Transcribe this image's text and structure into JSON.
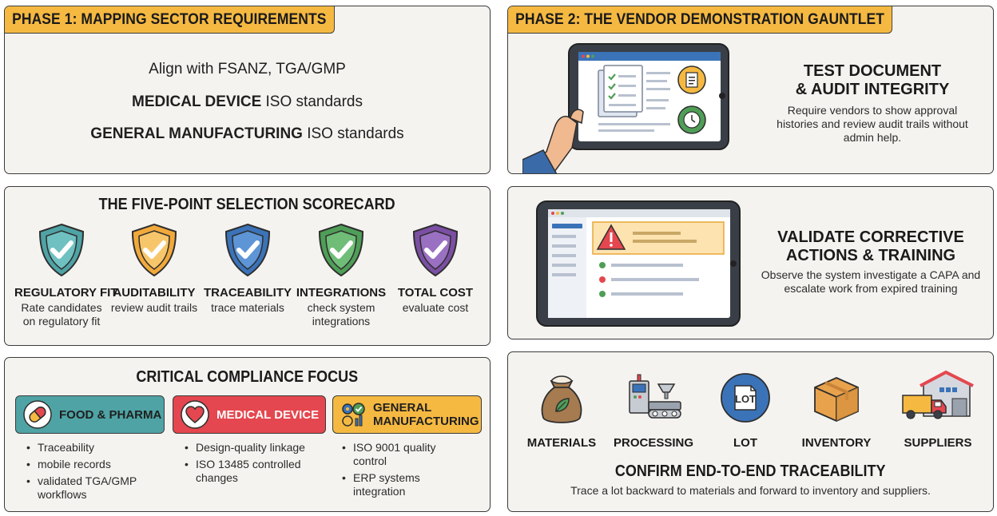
{
  "phase1": {
    "label": "PHASE 1: MAPPING SECTOR REQUIREMENTS",
    "lines": [
      {
        "bold": "",
        "text": "Align with FSANZ, TGA/GMP"
      },
      {
        "bold": "MEDICAL DEVICE",
        "text": " ISO standards"
      },
      {
        "bold": "GENERAL MANUFACTURING",
        "text": " ISO standards"
      }
    ]
  },
  "scorecard": {
    "title": "THE FIVE-POINT SELECTION SCORECARD",
    "items": [
      {
        "name": "REGULATORY FIT",
        "desc": "Rate candidates on regulatory fit",
        "color": "#4fa3a5",
        "icon": "shield-check-icon"
      },
      {
        "name": "AUDITABILITY",
        "desc": "review audit trails",
        "color": "#f2a93b",
        "icon": "shield-check-icon"
      },
      {
        "name": "TRACEABILITY",
        "desc": "trace materials",
        "color": "#3b73b9",
        "icon": "shield-check-icon"
      },
      {
        "name": "INTEGRATIONS",
        "desc": "check system integrations",
        "color": "#4f9e57",
        "icon": "shield-check-icon"
      },
      {
        "name": "TOTAL COST",
        "desc": "evaluate cost",
        "color": "#7b4fa3",
        "icon": "shield-check-icon"
      }
    ]
  },
  "compliance": {
    "title": "CRITICAL COMPLIANCE FOCUS",
    "sectors": [
      {
        "name": "FOOD & PHARMA",
        "color": "#4fa3a5",
        "icon": "pill-icon",
        "bullets": [
          "Traceability",
          "mobile records",
          "validated TGA/GMP workflows"
        ]
      },
      {
        "name": "MEDICAL DEVICE",
        "color": "#e4474f",
        "icon": "heart-icon",
        "bullets": [
          "Design-quality linkage",
          "ISO 13485 controlled changes"
        ]
      },
      {
        "name": "GENERAL MANUFACTURING",
        "color": "#f5b942",
        "icon": "gears-check-icon",
        "bullets": [
          "ISO 9001 quality control",
          "ERP systems integration"
        ]
      }
    ]
  },
  "phase2": {
    "label": "PHASE 2: THE VENDOR DEMONSTRATION GAUNTLET",
    "audit": {
      "title_line1": "TEST DOCUMENT",
      "title_line2": "& AUDIT INTEGRITY",
      "desc": "Require vendors to show approval histories and review audit trails without admin help."
    }
  },
  "capa": {
    "title_line1": "VALIDATE CORRECTIVE",
    "title_line2": "ACTIONS & TRAINING",
    "desc": "Observe the system investigate a CAPA and escalate work from expired training"
  },
  "traceability": {
    "steps": [
      {
        "label": "MATERIALS",
        "icon": "sack-icon"
      },
      {
        "label": "PROCESSING",
        "icon": "machine-icon"
      },
      {
        "label": "LOT",
        "icon": "lot-icon",
        "badge": "LOT"
      },
      {
        "label": "INVENTORY",
        "icon": "box-icon"
      },
      {
        "label": "SUPPLIERS",
        "icon": "truck-icon"
      }
    ],
    "title": "CONFIRM END-TO-END TRACEABILITY",
    "desc": "Trace a lot backward to materials and forward to inventory and suppliers."
  },
  "colors": {
    "accent": "#f5b942",
    "panel_bg": "#f4f3f0",
    "border": "#3b3b3b"
  }
}
